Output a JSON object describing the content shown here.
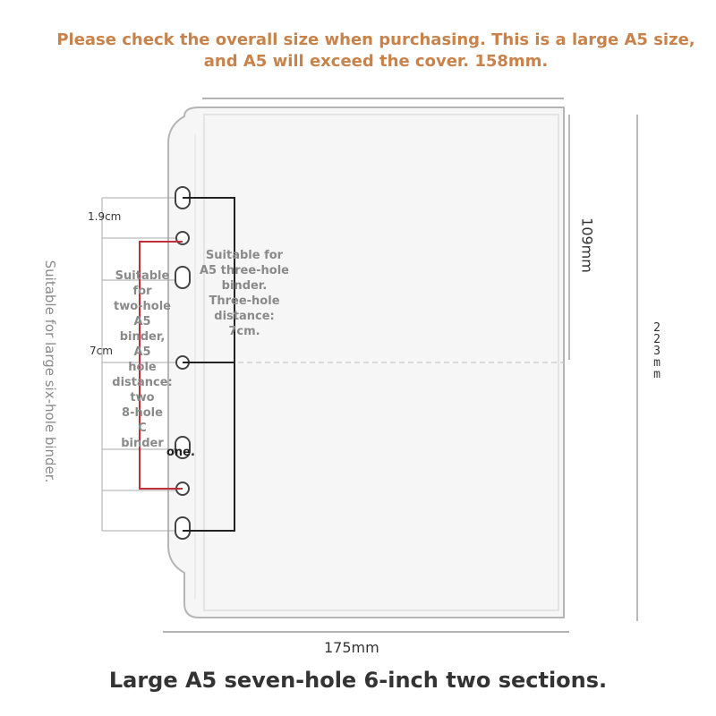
{
  "header": {
    "line1": "Please check the overall size when purchasing. This is a large A5 size,",
    "line2": "and A5 will exceed the cover. 158mm."
  },
  "dimensions": {
    "top_spacing": "1.9cm",
    "hole_spacing": "7cm",
    "section_height": "109mm",
    "total_height_chars": [
      "2",
      "2",
      "3",
      "m",
      "m"
    ],
    "width": "175mm"
  },
  "notes": {
    "three_hole": [
      "Suitable for",
      "A5 three-hole",
      "binder.",
      "Three-hole",
      "distance:",
      "7cm."
    ],
    "two_hole": [
      "Suitable",
      "for",
      "two-hole",
      "A5",
      "binder,",
      "A5",
      "hole",
      "distance:",
      "two",
      "8-hole",
      "C",
      "binder"
    ],
    "two_hole_suffix": "one.",
    "six_hole": "Suitable for large six-hole binder."
  },
  "footer": {
    "caption": "Large A5 seven-hole 6-inch two sections."
  },
  "colors": {
    "headline": "#c8824a",
    "caption": "#333333",
    "note_gray": "#8a8a8a",
    "bracket_red": "#c0303a",
    "bracket_black": "#222222"
  }
}
